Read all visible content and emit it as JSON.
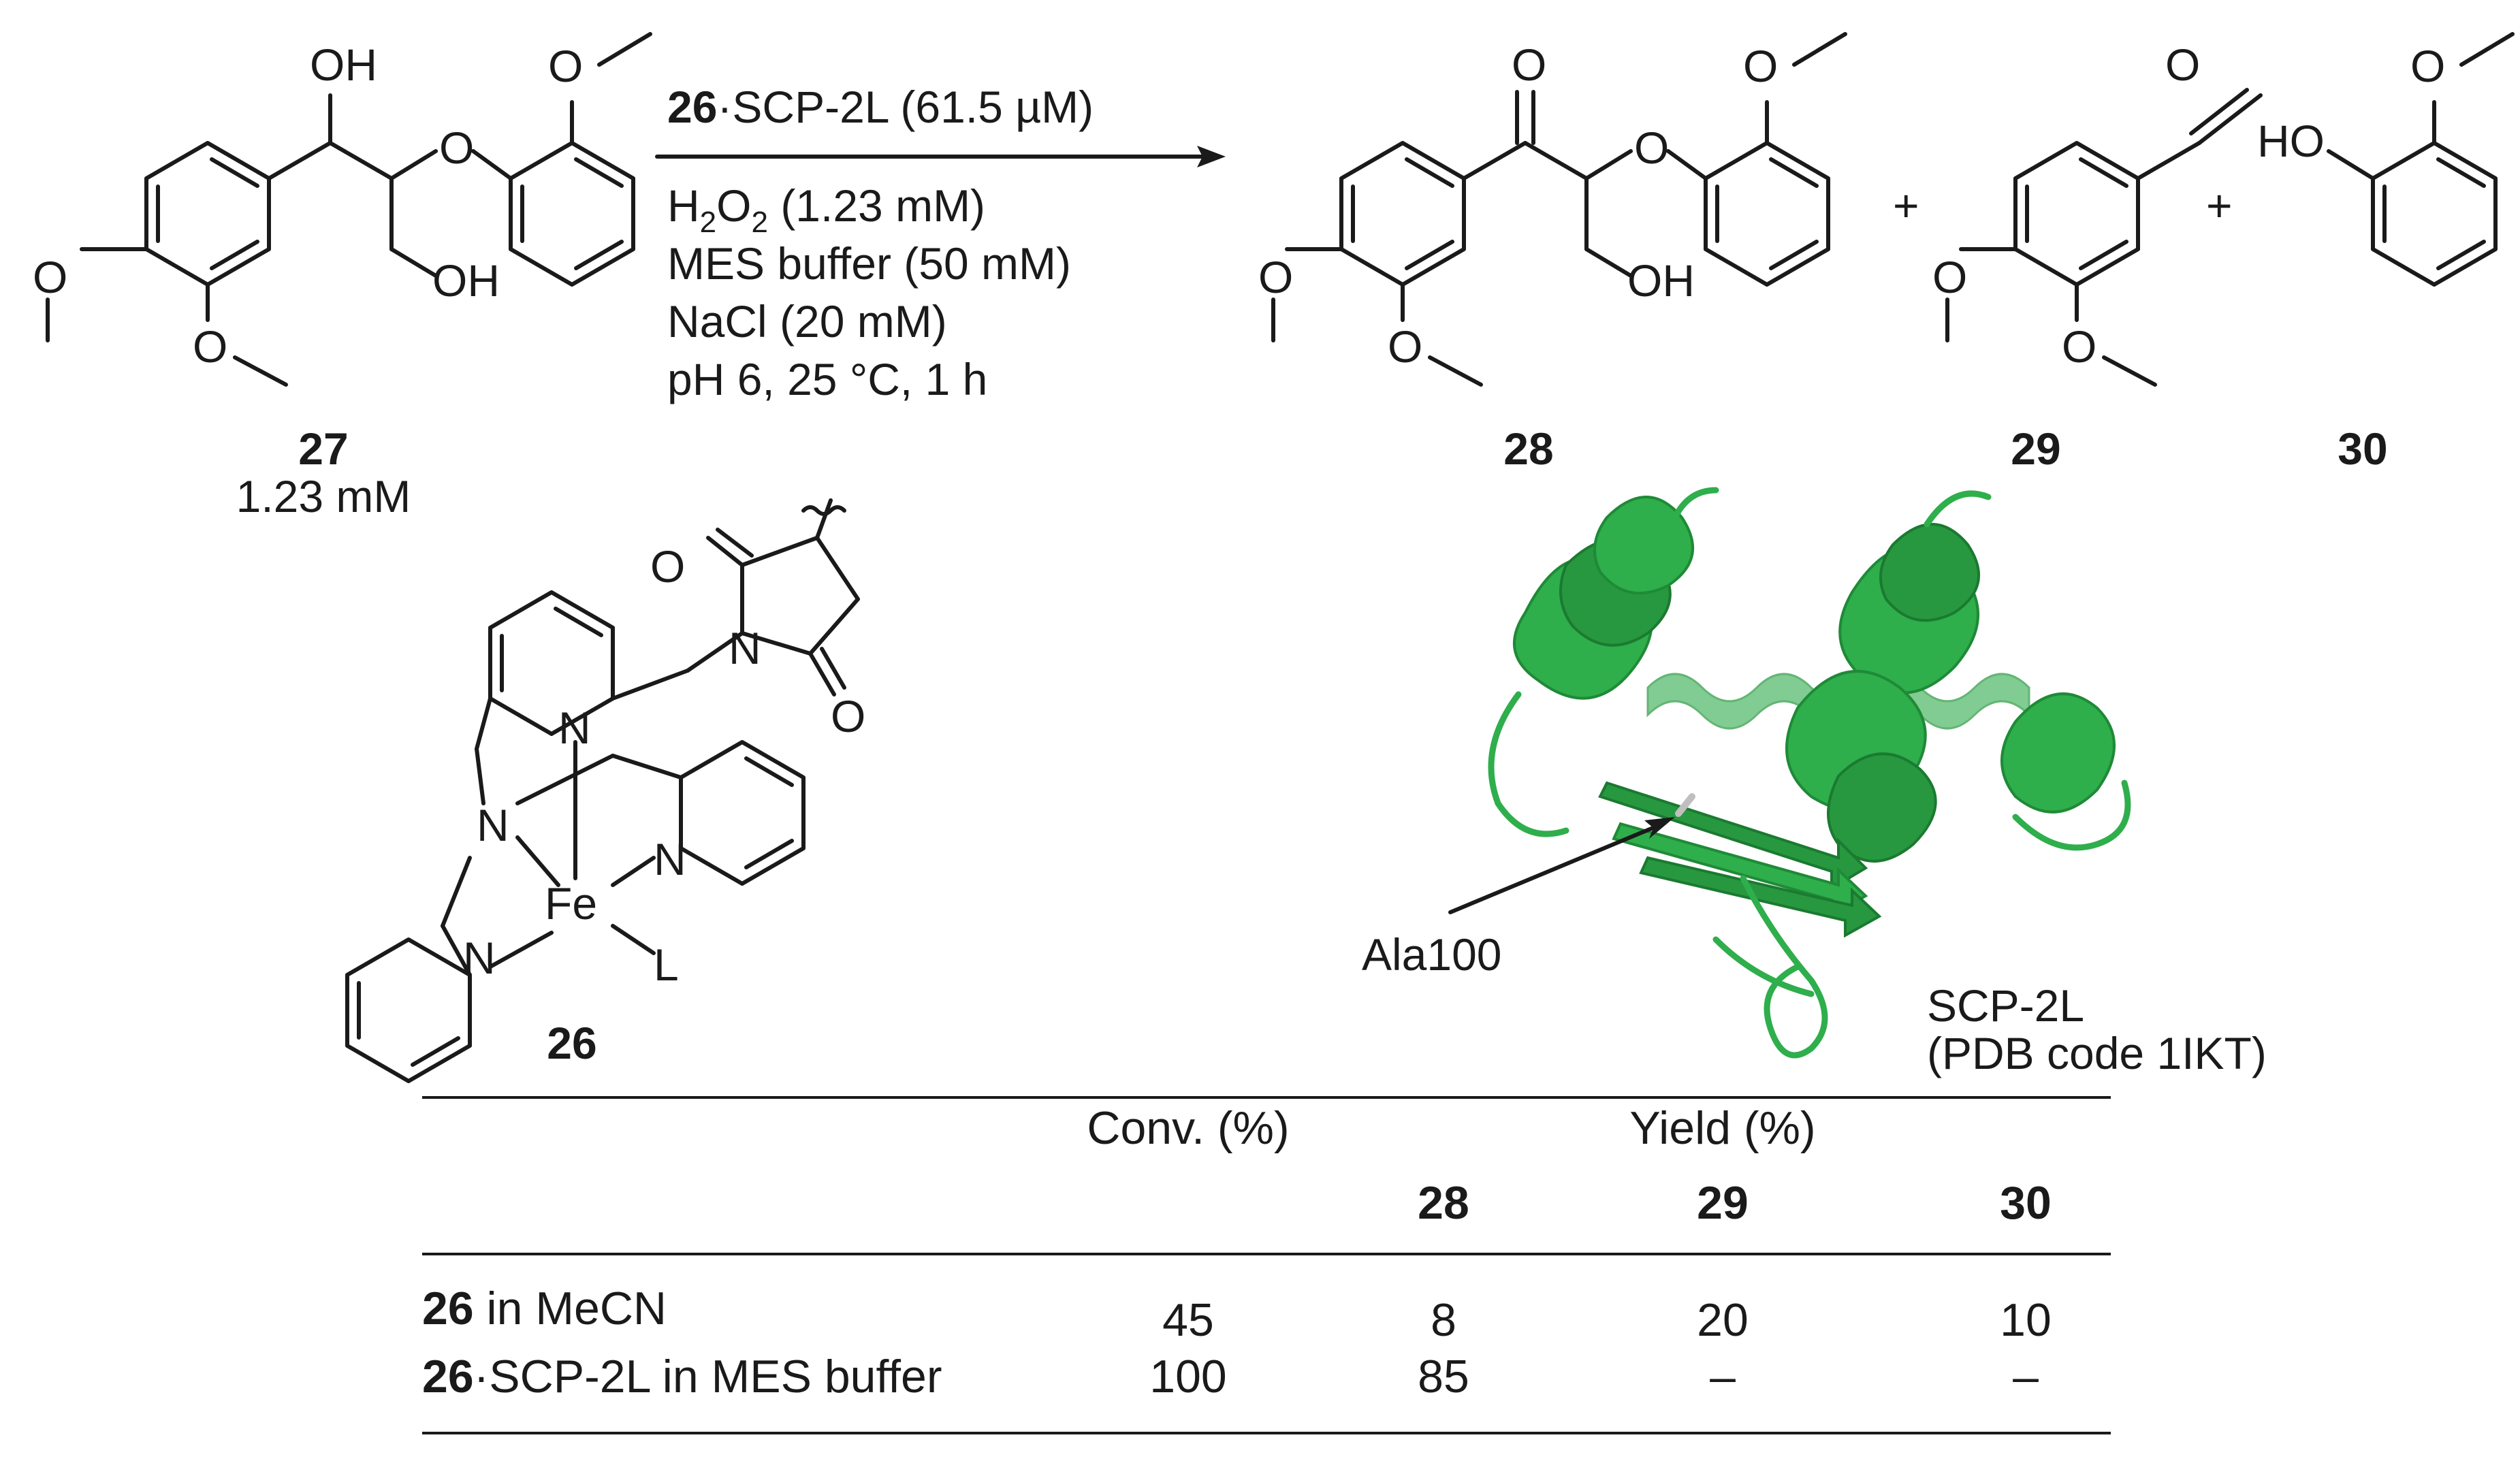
{
  "reaction": {
    "reagent_compound": "26",
    "reagent_text": "·SCP-2L (61.5 µM)",
    "conditions": [
      {
        "text": "H",
        "sub": "2",
        "text2": "O",
        "sub2": "2",
        "rest": " (1.23 mM)"
      },
      {
        "text": "MES buffer (50 mM)"
      },
      {
        "text": "NaCl (20 mM)"
      },
      {
        "text": "pH 6, 25 °C, 1 h"
      }
    ],
    "plus_sign": "+"
  },
  "compounds": {
    "c27": {
      "label": "27",
      "note": "1.23 mM"
    },
    "c28": {
      "label": "28"
    },
    "c29": {
      "label": "29"
    },
    "c30": {
      "label": "30"
    },
    "c26": {
      "label": "26"
    }
  },
  "atoms": {
    "OH": "OH",
    "HO": "HO",
    "O": "O",
    "N": "N",
    "Fe": "Fe",
    "L": "L"
  },
  "protein": {
    "residue_label": "Ala100",
    "name": "SCP-2L",
    "pdb": "(PDB code 1IKT)",
    "color": "#2fae4c"
  },
  "table": {
    "headers": {
      "conv": "Conv. (%)",
      "yield": "Yield (%)"
    },
    "subheaders": [
      "28",
      "29",
      "30"
    ],
    "rows": [
      {
        "catalyst_bold": "26",
        "catalyst_rest": " in MeCN",
        "conv": "45",
        "y28": "8",
        "y29": "20",
        "y30": "10"
      },
      {
        "catalyst_bold": "26",
        "catalyst_rest": "·SCP-2L in MES buffer",
        "conv": "100",
        "y28": "85",
        "y29": "–",
        "y30": "–"
      }
    ]
  }
}
